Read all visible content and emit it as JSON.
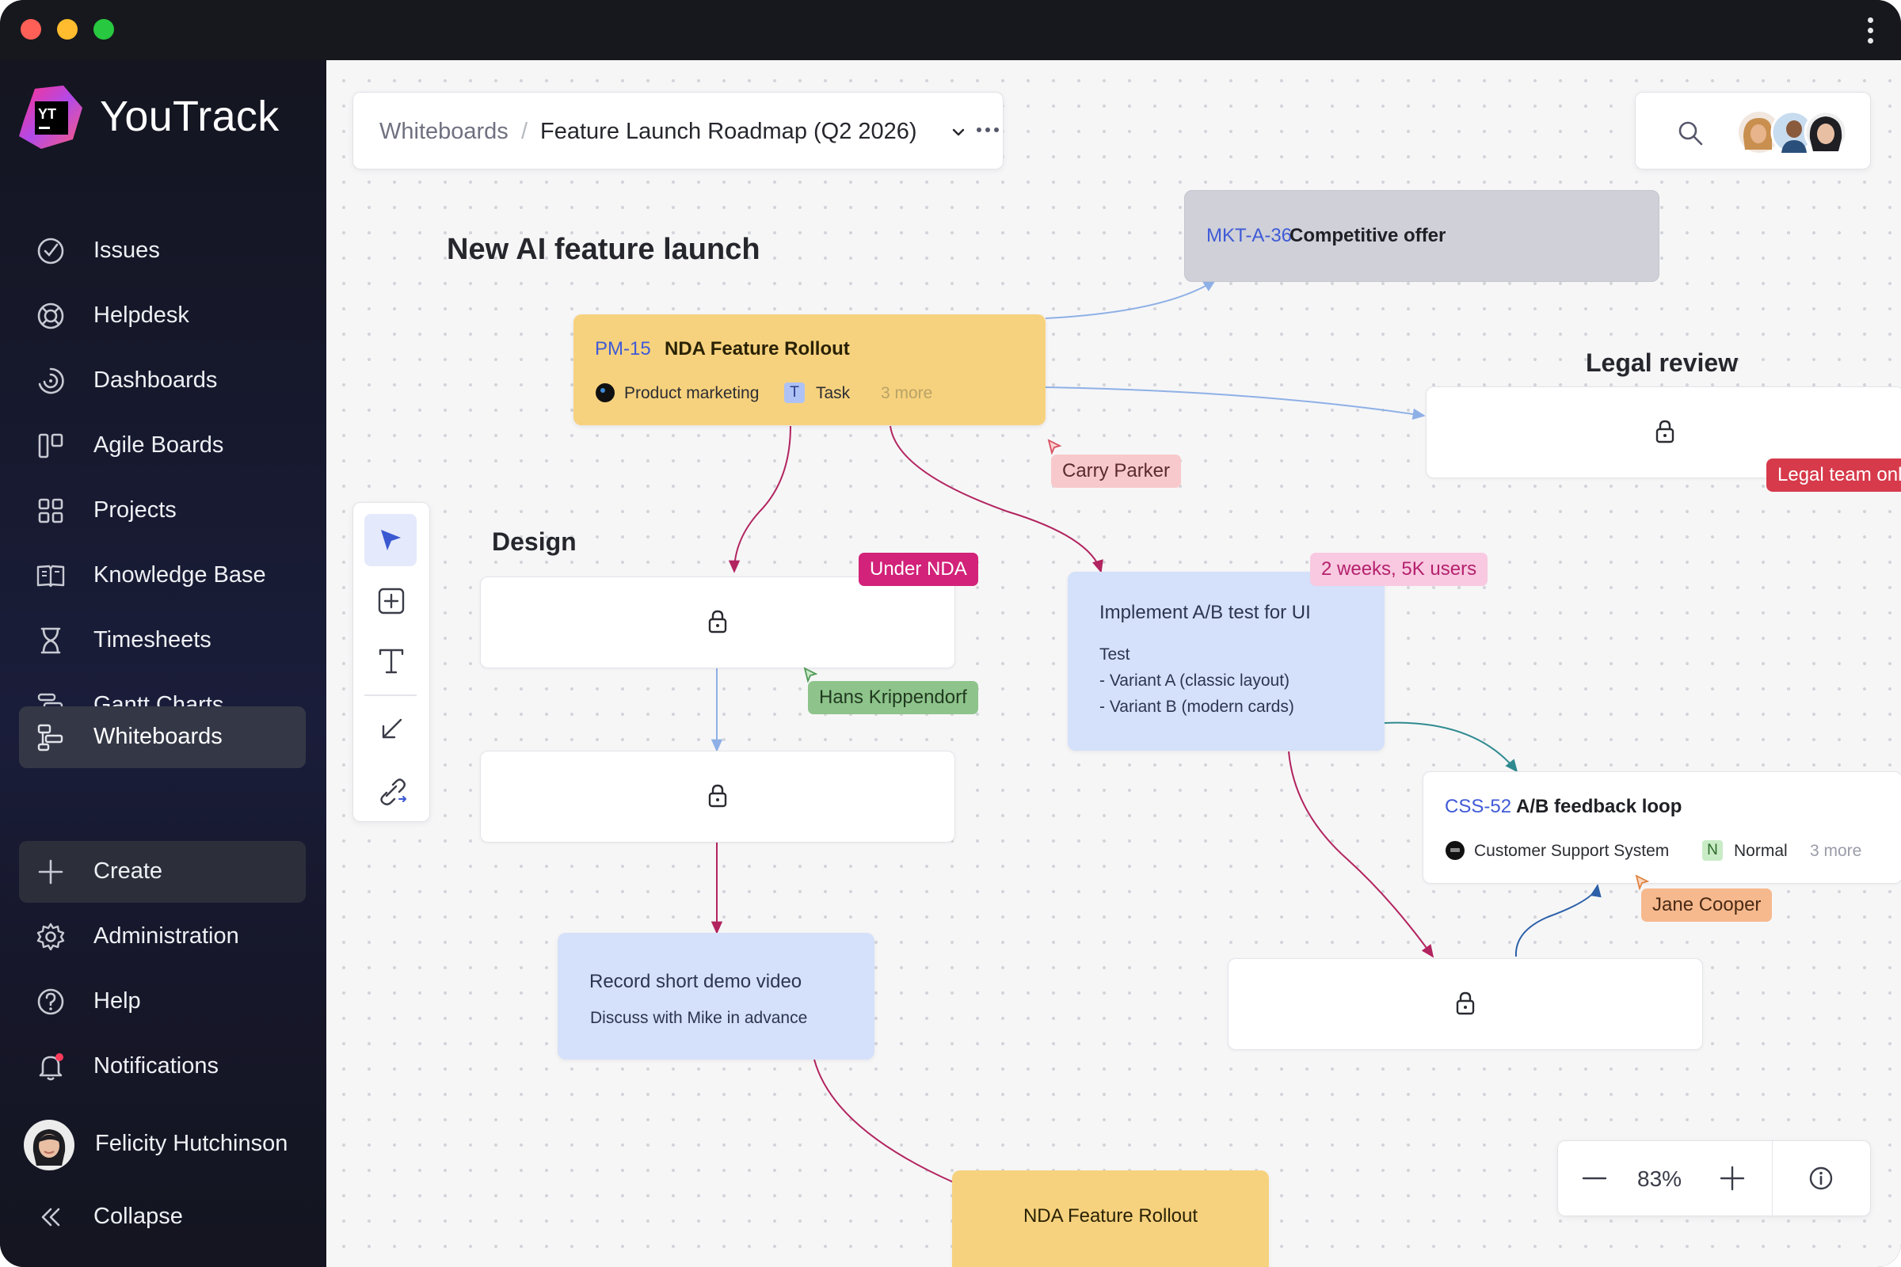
{
  "app": {
    "name": "YouTrack",
    "logo_letters": "YT"
  },
  "sidebar": {
    "items": [
      {
        "label": "Issues",
        "icon": "check-circle-icon"
      },
      {
        "label": "Helpdesk",
        "icon": "lifebuoy-icon"
      },
      {
        "label": "Dashboards",
        "icon": "dashboard-gauge-icon"
      },
      {
        "label": "Agile Boards",
        "icon": "board-columns-icon"
      },
      {
        "label": "Projects",
        "icon": "grid-squares-icon"
      },
      {
        "label": "Knowledge Base",
        "icon": "open-book-icon"
      },
      {
        "label": "Timesheets",
        "icon": "hourglass-icon"
      },
      {
        "label": "Gantt Charts",
        "icon": "gantt-bars-icon"
      },
      {
        "label": "Whiteboards",
        "icon": "whiteboard-icon",
        "active": true
      }
    ],
    "bottom": [
      {
        "label": "Create",
        "icon": "plus-icon"
      },
      {
        "label": "Administration",
        "icon": "gear-icon"
      },
      {
        "label": "Help",
        "icon": "question-circle-icon"
      },
      {
        "label": "Notifications",
        "icon": "bell-icon"
      }
    ],
    "user": {
      "name": "Felicity Hutchinson"
    },
    "collapse_label": "Collapse"
  },
  "breadcrumb": {
    "root": "Whiteboards",
    "separator": "/",
    "current": "Feature Launch Roadmap (Q2 2026)"
  },
  "zoom": {
    "level": "83%"
  },
  "board": {
    "title": "New AI feature launch",
    "sections": {
      "design": "Design",
      "legal": "Legal review"
    },
    "cards": {
      "competitive": {
        "id": "MKT-A-36",
        "title": "Competitive offer"
      },
      "nda_rollout": {
        "id": "PM-15",
        "title": "NDA Feature Rollout",
        "project": "Product marketing",
        "type_badge": "T",
        "type": "Task",
        "more": "3 more"
      },
      "ab_test": {
        "title": "Implement A/B test for UI",
        "line1": "Test",
        "line2": "- Variant A (classic layout)",
        "line3": "- Variant B (modern cards)"
      },
      "feedback": {
        "id": "CSS-52",
        "title": "A/B feedback loop",
        "project": "Customer Support System",
        "priority_badge": "N",
        "priority": "Normal",
        "more": "3 more"
      },
      "demo": {
        "title": "Record short demo video",
        "subtitle": "Discuss with Mike in advance"
      },
      "nda_sticky": {
        "title": "NDA Feature Rollout"
      }
    },
    "tags": {
      "under_nda": "Under NDA",
      "weeks": "2 weeks, 5K users",
      "legal_only": "Legal team onl"
    },
    "cursors": {
      "carry": "Carry Parker",
      "hans": "Hans Krippendorf",
      "jane": "Jane Cooper"
    }
  },
  "colors": {
    "accent": "#3f5bd6",
    "sticky_yellow": "#f7d27e",
    "sticky_blue": "#d5e0fa",
    "card_gray": "#cfd0d8",
    "tag_magenta": "#d22279",
    "tag_pink": "#f8c9e0",
    "tag_red": "#d63a4b",
    "connector_magenta": "#b2245f",
    "connector_blue": "#8fb0e6",
    "connector_teal": "#2f8a8f",
    "connector_navy": "#2c5fa8"
  }
}
